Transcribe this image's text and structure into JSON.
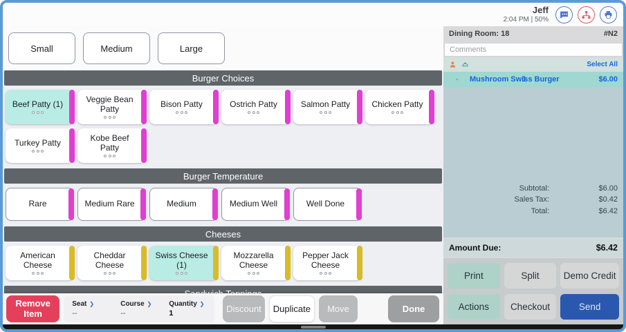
{
  "colors": {
    "frame_blue": "#5b9bd5",
    "section_header_gray": "#5f6468",
    "accent_magenta": "#e13ed2",
    "accent_yellow": "#d9bc25",
    "selected_teal": "#b9ece4",
    "remove_red": "#e5405b",
    "send_blue": "#2a58ae",
    "teal_button": "#aed2c8",
    "item_row_teal": "#9ed8d0",
    "link_blue": "#1669d9"
  },
  "top_bar": {
    "user_name": "Jeff",
    "status": "2:04 PM | 50%",
    "icons": [
      "chat-icon",
      "network-icon",
      "printer-icon"
    ]
  },
  "size_buttons": [
    {
      "label": "Small"
    },
    {
      "label": "Medium"
    },
    {
      "label": "Large"
    }
  ],
  "sections": [
    {
      "title": "Burger Choices",
      "accent": "#e13ed2",
      "dots": true,
      "bordered": false,
      "items": [
        {
          "label": "Beef Patty (1)",
          "selected": true
        },
        {
          "label": "Veggie Bean Patty"
        },
        {
          "label": "Bison Patty"
        },
        {
          "label": "Ostrich Patty"
        },
        {
          "label": "Salmon Patty"
        },
        {
          "label": "Chicken Patty"
        },
        {
          "label": "Turkey Patty"
        },
        {
          "label": "Kobe Beef Patty"
        }
      ]
    },
    {
      "title": "Burger Temperature",
      "accent": "#e13ed2",
      "dots": false,
      "bordered": true,
      "items": [
        {
          "label": "Rare"
        },
        {
          "label": "Medium Rare"
        },
        {
          "label": "Medium"
        },
        {
          "label": "Medium Well"
        },
        {
          "label": "Well Done"
        }
      ]
    },
    {
      "title": "Cheeses",
      "accent": "#d9bc25",
      "dots": true,
      "bordered": false,
      "items": [
        {
          "label": "American Cheese"
        },
        {
          "label": "Cheddar Cheese"
        },
        {
          "label": "Swiss Cheese (1)",
          "selected": true
        },
        {
          "label": "Mozzarella Cheese"
        },
        {
          "label": "Pepper Jack Cheese"
        }
      ]
    },
    {
      "title": "Sandwich Toppings",
      "accent": "#e13ed2",
      "dots": true,
      "bordered": false,
      "items": []
    }
  ],
  "bottom_bar": {
    "remove_item_label": "Remove Item",
    "fields": [
      {
        "label": "Seat",
        "value": "--"
      },
      {
        "label": "Course",
        "value": "--"
      },
      {
        "label": "Quantity",
        "value": "1",
        "strong": true
      }
    ],
    "actions": [
      {
        "label": "Discount",
        "style": "disabled"
      },
      {
        "label": "Duplicate",
        "style": "white"
      },
      {
        "label": "Move",
        "style": "disabled"
      },
      {
        "label": "Done",
        "style": "done"
      }
    ]
  },
  "order_panel": {
    "table_label": "Dining Room: 18",
    "order_number": "#N2",
    "comments_placeholder": "Comments",
    "select_all_label": "Select All",
    "items": [
      {
        "prefix": "-",
        "name": "Mushroom Swiss Burger",
        "qty": "1",
        "price": "$6.00"
      }
    ],
    "totals": [
      {
        "label": "Subtotal:",
        "value": "$6.00"
      },
      {
        "label": "Sales Tax:",
        "value": "$0.42"
      },
      {
        "label": "Total:",
        "value": "$6.42"
      }
    ],
    "amount_due": {
      "label": "Amount Due:",
      "value": "$6.42"
    },
    "payment_buttons": [
      {
        "label": "Print",
        "style": "teal"
      },
      {
        "label": "Split",
        "style": "gray"
      },
      {
        "label": "Demo Credit",
        "style": "gray"
      },
      {
        "label": "Actions",
        "style": "teal"
      },
      {
        "label": "Checkout",
        "style": "gray"
      },
      {
        "label": "Send",
        "style": "blue"
      }
    ]
  }
}
